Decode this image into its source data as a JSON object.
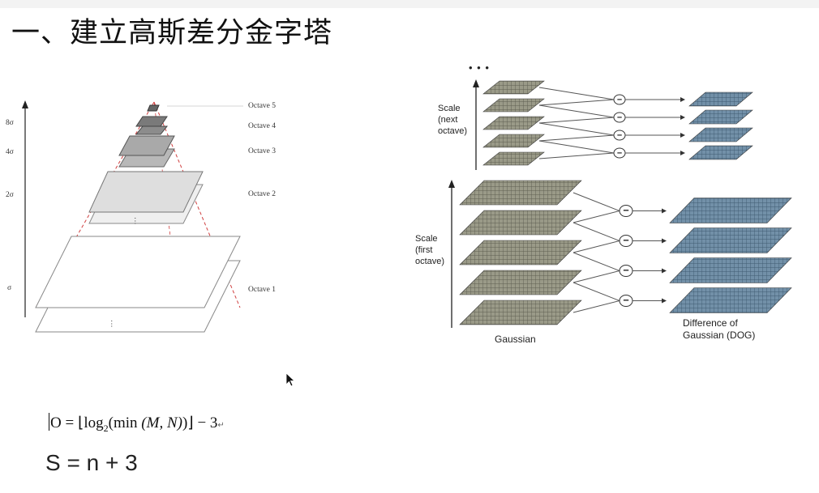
{
  "page": {
    "title": "一、建立高斯差分金字塔"
  },
  "left_figure": {
    "octave_labels": [
      "Octave 5",
      "Octave 4",
      "Octave 3",
      "Octave 2",
      "Octave 1"
    ],
    "scale_labels": [
      "8σ",
      "4σ",
      "2σ",
      "σ"
    ],
    "ellipsis": "⋮"
  },
  "right_figure": {
    "dots": "• • •",
    "next_octave_label": [
      "Scale",
      "(next",
      "octave)"
    ],
    "first_octave_label": [
      "Scale",
      "(first",
      "octave)"
    ],
    "gaussian_label": "Gaussian",
    "dog_label": [
      "Difference of",
      "Gaussian (DOG)"
    ],
    "minus_symbol": "−",
    "colors": {
      "gaussian_layer": "#8b8b7c",
      "dog_layer": "#5f7f96"
    }
  },
  "formulas": {
    "formula1": {
      "lhs": "O",
      "eq": " = ",
      "lbrack": "⌊",
      "log": "log",
      "base": "2",
      "paren_open": "(",
      "min": "min",
      "args": " (M, N)",
      "paren_close": ")",
      "rbrack": "⌋",
      "rest": " − 3",
      "para_mark": "↵"
    },
    "formula2": "S = n + 3"
  }
}
